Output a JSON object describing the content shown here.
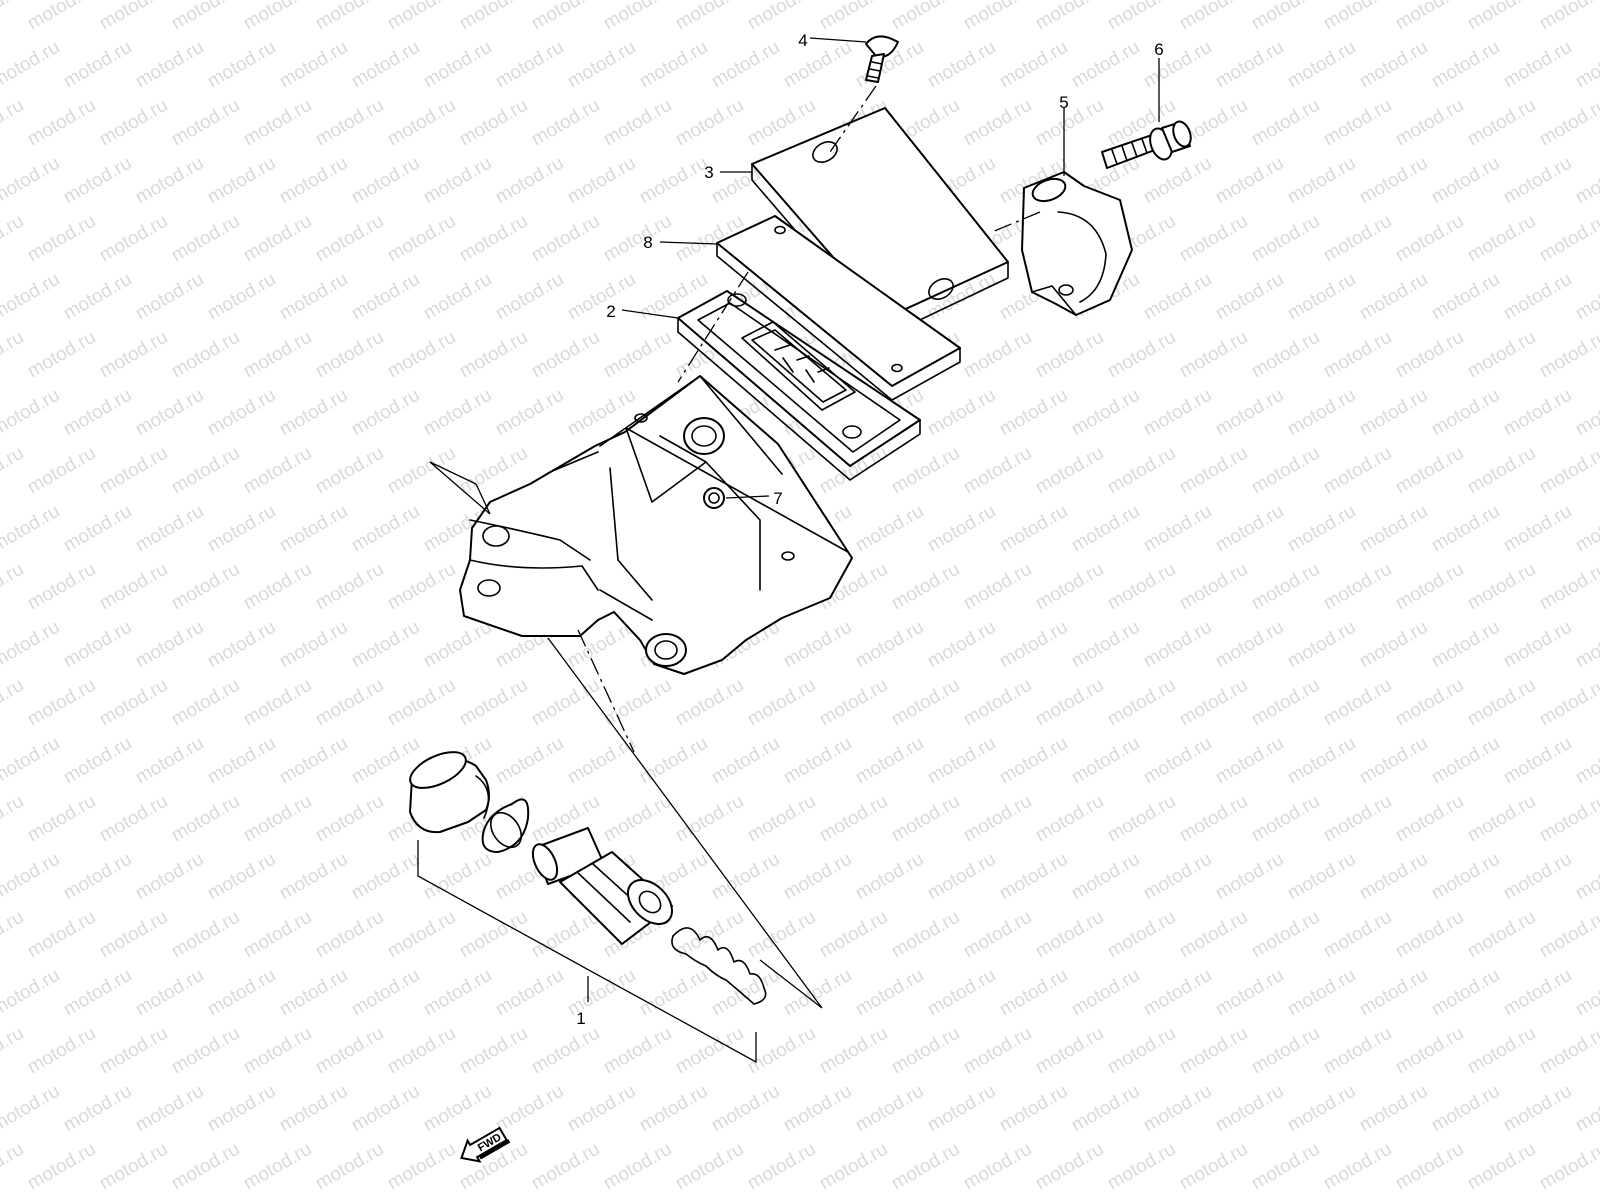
{
  "watermark": {
    "text": "motod.ru"
  },
  "callouts": [
    {
      "id": "1",
      "label": "1"
    },
    {
      "id": "2",
      "label": "2"
    },
    {
      "id": "3",
      "label": "3"
    },
    {
      "id": "4",
      "label": "4"
    },
    {
      "id": "5",
      "label": "5"
    },
    {
      "id": "6",
      "label": "6"
    },
    {
      "id": "7",
      "label": "7"
    },
    {
      "id": "8",
      "label": "8"
    }
  ],
  "fwd_arrow": {
    "label": "FWD"
  }
}
